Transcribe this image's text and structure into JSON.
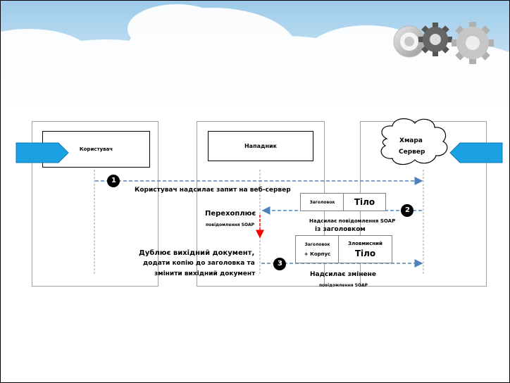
{
  "actors": {
    "user": "Користувач",
    "attacker": "Нападник",
    "cloud_line1": "Хмара",
    "cloud_line2": "Сервер"
  },
  "steps": {
    "step1_number": "1",
    "step1_label": "Користувач надсилає запит на веб-сервер",
    "step2_number": "2",
    "step2_label_line1": "Надсилає повідомлення SOAP",
    "step2_label_line2": "із заголовком",
    "step3_number": "3",
    "step3_label_line1": "Надсилає змінене",
    "step3_label_line2": "повідомлення SOAP"
  },
  "attacker_actions": {
    "intercept_line1": "Перехоплює",
    "intercept_line2": "повідомлення SOAP",
    "duplicate_line1": "Дублює вихідний документ,",
    "duplicate_line2": "додати копію до заголовка та",
    "duplicate_line3": "змінити вихідний документ"
  },
  "message1": {
    "header": "Заголовок",
    "body": "Тіло"
  },
  "message2": {
    "header_line1": "Заголовок",
    "header_line2": "+ Корпус",
    "body_line1": "Зловмисний",
    "body_line2": "Тіло"
  },
  "colors": {
    "arrow_blue": "#4f81bd",
    "arrow_red": "#ff0000",
    "side_arrow": "#1ba1e2",
    "sky": "#b8d9ef"
  }
}
